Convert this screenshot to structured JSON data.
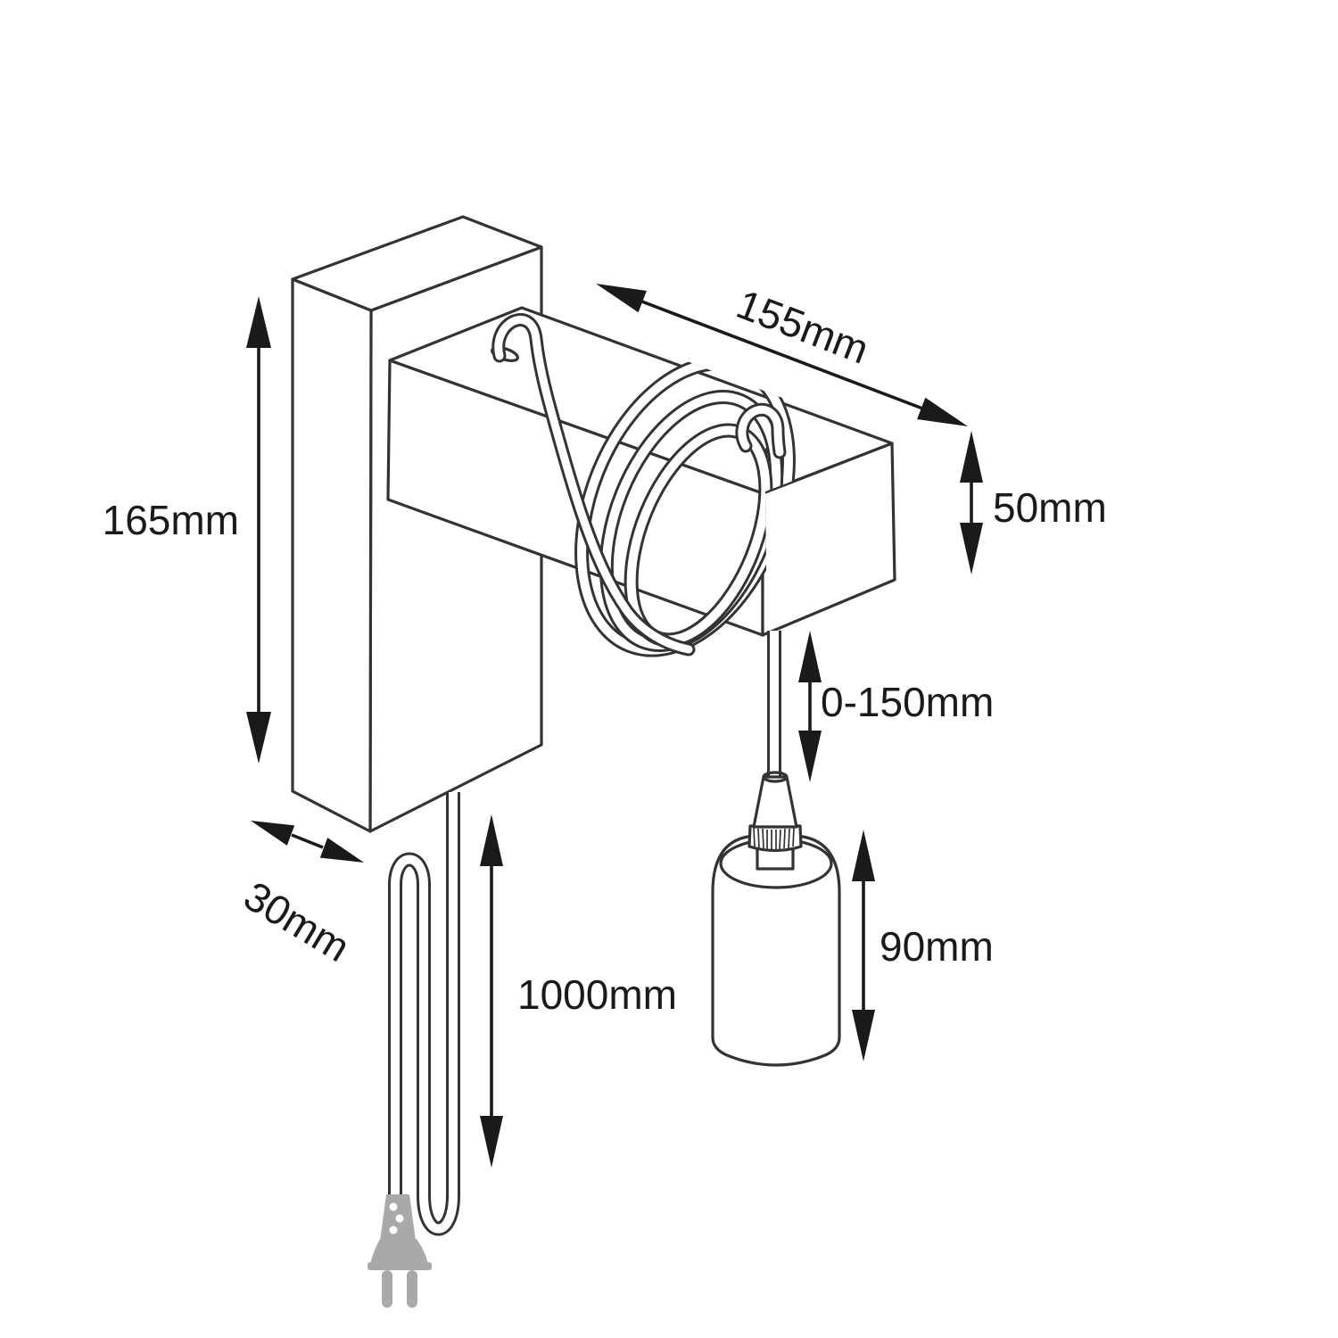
{
  "diagram": {
    "type": "technical-dimension-drawing",
    "subject": "Wall-mounted wooden arm pendant lamp with plug-in power cord",
    "labels": {
      "plate_height": "165mm",
      "arm_length": "155mm",
      "arm_height": "50mm",
      "cord_adjustable_drop": "0-150mm",
      "plate_depth": "30mm",
      "power_cord_length": "1000mm",
      "socket_height": "90mm"
    },
    "colors": {
      "line": "#333333",
      "dimension": "#1a1a1a",
      "plug_gray": "#a9a9a9",
      "background": "#ffffff"
    }
  }
}
